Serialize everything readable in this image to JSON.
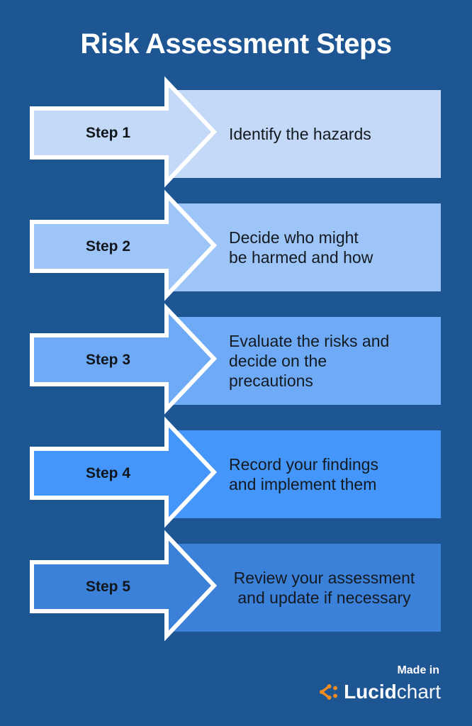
{
  "title": "Risk Assessment Steps",
  "colors": {
    "background": "#1e5694",
    "text_dark": "#141a21",
    "white": "#ffffff",
    "arrow_outline": "#ffffff",
    "logo_orange": "#f28b20"
  },
  "steps": [
    {
      "label": "Step 1",
      "color": "#c4d8f7",
      "description_lines": [
        "Identify the hazards"
      ]
    },
    {
      "label": "Step 2",
      "color": "#9ec5f8",
      "description_lines": [
        "Decide who might",
        "be harmed and how"
      ]
    },
    {
      "label": "Step 3",
      "color": "#6faaf7",
      "description_lines": [
        "Evaluate the risks and",
        "decide on the",
        "precautions"
      ]
    },
    {
      "label": "Step 4",
      "color": "#4496fb",
      "description_lines": [
        "Record your findings",
        "and implement them"
      ]
    },
    {
      "label": "Step 5",
      "color": "#3b80d9",
      "description_lines": [
        "Review your assessment",
        "and update if necessary"
      ]
    }
  ],
  "footer": {
    "made_in": "Made in",
    "brand_bold": "Lucid",
    "brand_light": "chart",
    "logo_icon": "lucidchart-icon"
  }
}
